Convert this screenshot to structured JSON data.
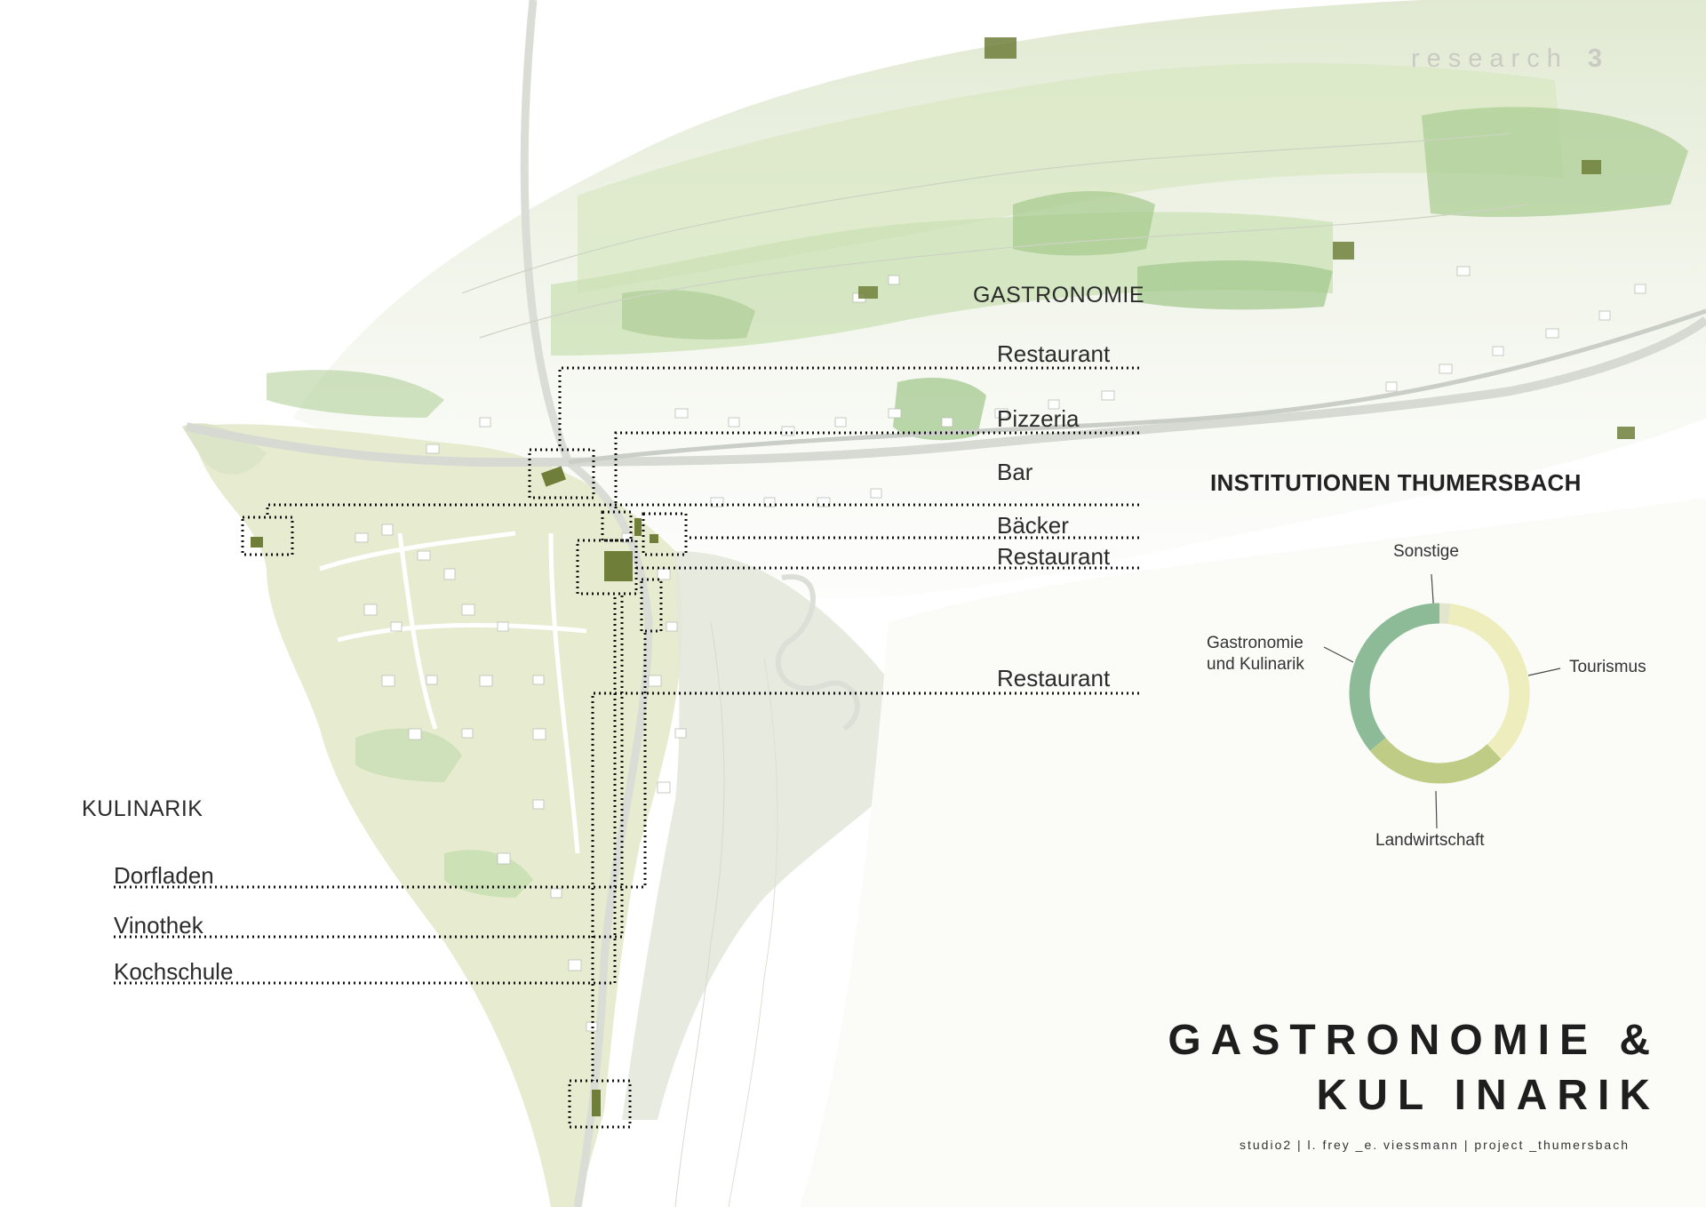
{
  "header": {
    "research_label": "research",
    "research_number": "3"
  },
  "map_labels": {
    "gastronomie_heading": "GASTRONOMIE",
    "gastronomie_items": [
      "Restaurant",
      "Pizzeria",
      "Bar",
      "Bäcker",
      "Restaurant",
      "Restaurant"
    ],
    "kulinarik_heading": "KULINARIK",
    "kulinarik_items": [
      "Dorfladen",
      "Vinothek",
      "Kochschule"
    ]
  },
  "institutions": {
    "title": "INSTITUTIONEN THUMERSBACH",
    "chart_data": {
      "type": "pie",
      "variant": "donut",
      "categories": [
        "Sonstige",
        "Tourismus",
        "Landwirtschaft",
        "Gastronomie und Kulinarik"
      ],
      "values": [
        2,
        36,
        26,
        36
      ],
      "label_lines": {
        "Sonstige": [
          "Sonstige"
        ],
        "Tourismus": [
          "Tourismus"
        ],
        "Landwirtschaft": [
          "Landwirtschaft"
        ],
        "Gastronomie und Kulinarik": [
          "Gastronomie",
          "und Kulinarik"
        ]
      },
      "colors": [
        "#e2e6cc",
        "#eeedbe",
        "#bfcc86",
        "#8dbb98"
      ]
    }
  },
  "poster": {
    "title_line1": "GASTRONOMIE &",
    "title_line2": "KUL INARIK",
    "credit": "studio2 | l. frey _e. viessmann | project _thumersbach"
  },
  "colors": {
    "meadow": "#e7ecd0",
    "forest": "#a9cc91",
    "highlight": "#6f7f3a",
    "road": "#d9ddd6",
    "building": "#ffffff"
  }
}
